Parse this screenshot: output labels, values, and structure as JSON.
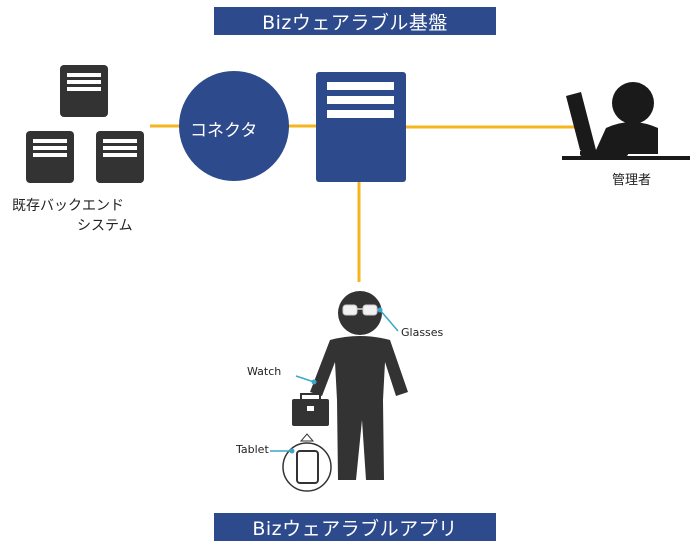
{
  "title_platform": "Bizウェアラブル基盤",
  "title_app": "Bizウェアラブルアプリ",
  "nodes": {
    "connector_label": "コネクタ",
    "backend_line1": "既存バックエンド",
    "backend_line2": "システム",
    "admin_label": "管理者"
  },
  "devices": {
    "glasses": "Glasses",
    "watch": "Watch",
    "tablet": "Tablet"
  },
  "colors": {
    "navy": "#2c4a8c",
    "line": "#f5b51c",
    "dark": "#333333",
    "teal": "#3aa6c9"
  }
}
